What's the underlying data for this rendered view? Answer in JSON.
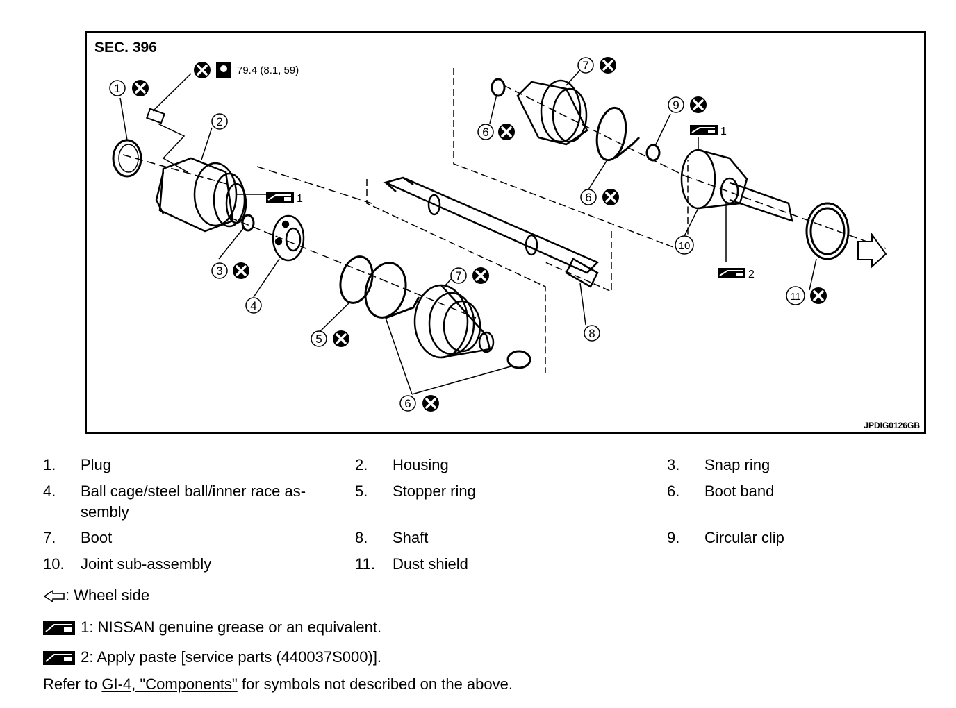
{
  "figure": {
    "section": "SEC. 396",
    "figure_id": "JPDIG0126GB",
    "torque": "79.4 (8.1, 59)",
    "grease_1": "1",
    "grease_2": "2",
    "callouts": [
      "1",
      "2",
      "3",
      "4",
      "5",
      "6",
      "7",
      "8",
      "9",
      "10",
      "11"
    ]
  },
  "legend": [
    {
      "num": "1.",
      "label": "Plug"
    },
    {
      "num": "2.",
      "label": "Housing"
    },
    {
      "num": "3.",
      "label": "Snap ring"
    },
    {
      "num": "4.",
      "label": "Ball cage/steel ball/inner race as-\nsembly"
    },
    {
      "num": "5.",
      "label": "Stopper ring"
    },
    {
      "num": "6.",
      "label": "Boot band"
    },
    {
      "num": "7.",
      "label": "Boot"
    },
    {
      "num": "8.",
      "label": "Shaft"
    },
    {
      "num": "9.",
      "label": "Circular clip"
    },
    {
      "num": "10.",
      "label": "Joint sub-assembly"
    },
    {
      "num": "11.",
      "label": "Dust shield"
    }
  ],
  "notes": {
    "wheel_side": ": Wheel side",
    "grease": "1: NISSAN genuine grease or an equivalent.",
    "paste": "2: Apply paste [service parts (440037S000)].",
    "refer_prefix": "Refer to ",
    "refer_link": "GI-4, \"Components\"",
    "refer_suffix": " for symbols not described on the above."
  }
}
